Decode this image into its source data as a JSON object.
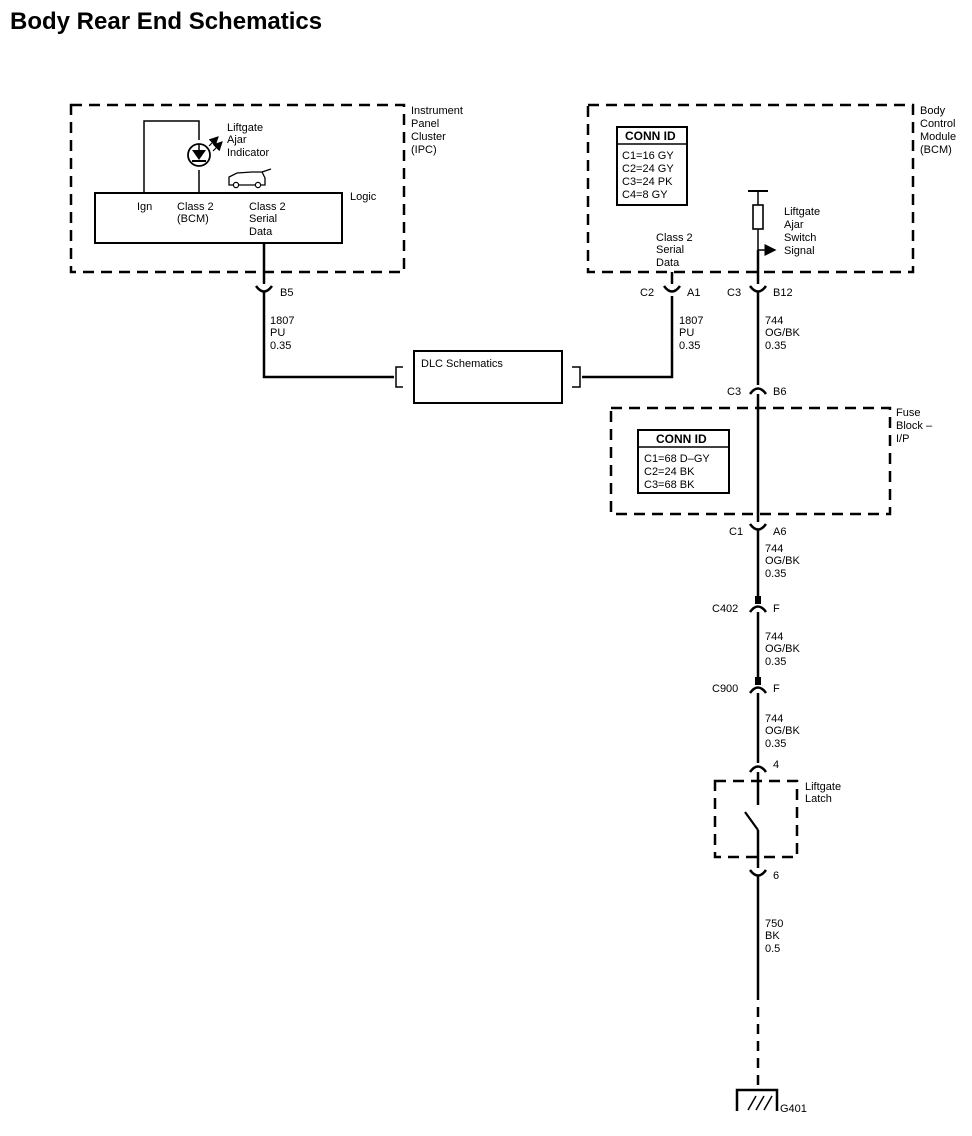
{
  "title": "Body Rear End Schematics",
  "ipc": {
    "name_lines": [
      "Instrument",
      "Panel",
      "Cluster",
      "(IPC)"
    ],
    "indicator_lines": [
      "Liftgate",
      "Ajar",
      "Indicator"
    ],
    "logic_label": "Logic",
    "ign_label": "Ign",
    "class2_bcm_lines": [
      "Class 2",
      "(BCM)"
    ],
    "class2_serial_lines": [
      "Class 2",
      "Serial",
      "Data"
    ],
    "pin": "B5",
    "wire": [
      "1807",
      "PU",
      "0.35"
    ]
  },
  "bcm": {
    "name_lines": [
      "Body",
      "Control",
      "Module",
      "(BCM)"
    ],
    "conn_id": {
      "title": "CONN ID",
      "rows": [
        "C1=16 GY",
        "C2=24 GY",
        "C3=24 PK",
        "C4=8 GY"
      ]
    },
    "switch_signal_lines": [
      "Liftgate",
      "Ajar",
      "Switch",
      "Signal"
    ],
    "serial_data_lines": [
      "Class 2",
      "Serial",
      "Data"
    ],
    "serial_conn": "C2",
    "serial_pin": "A1",
    "serial_wire": [
      "1807",
      "PU",
      "0.35"
    ],
    "signal_conn": "C3",
    "signal_pin": "B12",
    "signal_wire": [
      "744",
      "OG/BK",
      "0.35"
    ]
  },
  "dlc": {
    "label": "DLC Schematics"
  },
  "fuse_block": {
    "name_lines": [
      "Fuse",
      "Block –",
      "I/P"
    ],
    "in_conn": "C3",
    "in_pin": "B6",
    "conn_id": {
      "title": "CONN ID",
      "rows": [
        "C1=68 D–GY",
        "C2=24 BK",
        "C3=68 BK"
      ]
    },
    "out_conn": "C1",
    "out_pin": "A6",
    "out_wire": [
      "744",
      "OG/BK",
      "0.35"
    ]
  },
  "c402": {
    "conn": "C402",
    "pin": "F",
    "wire": [
      "744",
      "OG/BK",
      "0.35"
    ]
  },
  "c900": {
    "conn": "C900",
    "pin": "F",
    "wire": [
      "744",
      "OG/BK",
      "0.35"
    ]
  },
  "latch": {
    "name_lines": [
      "Liftgate",
      "Latch"
    ],
    "pin_in": "4",
    "pin_out": "6",
    "wire": [
      "750",
      "BK",
      "0.5"
    ]
  },
  "ground": {
    "label": "G401"
  }
}
